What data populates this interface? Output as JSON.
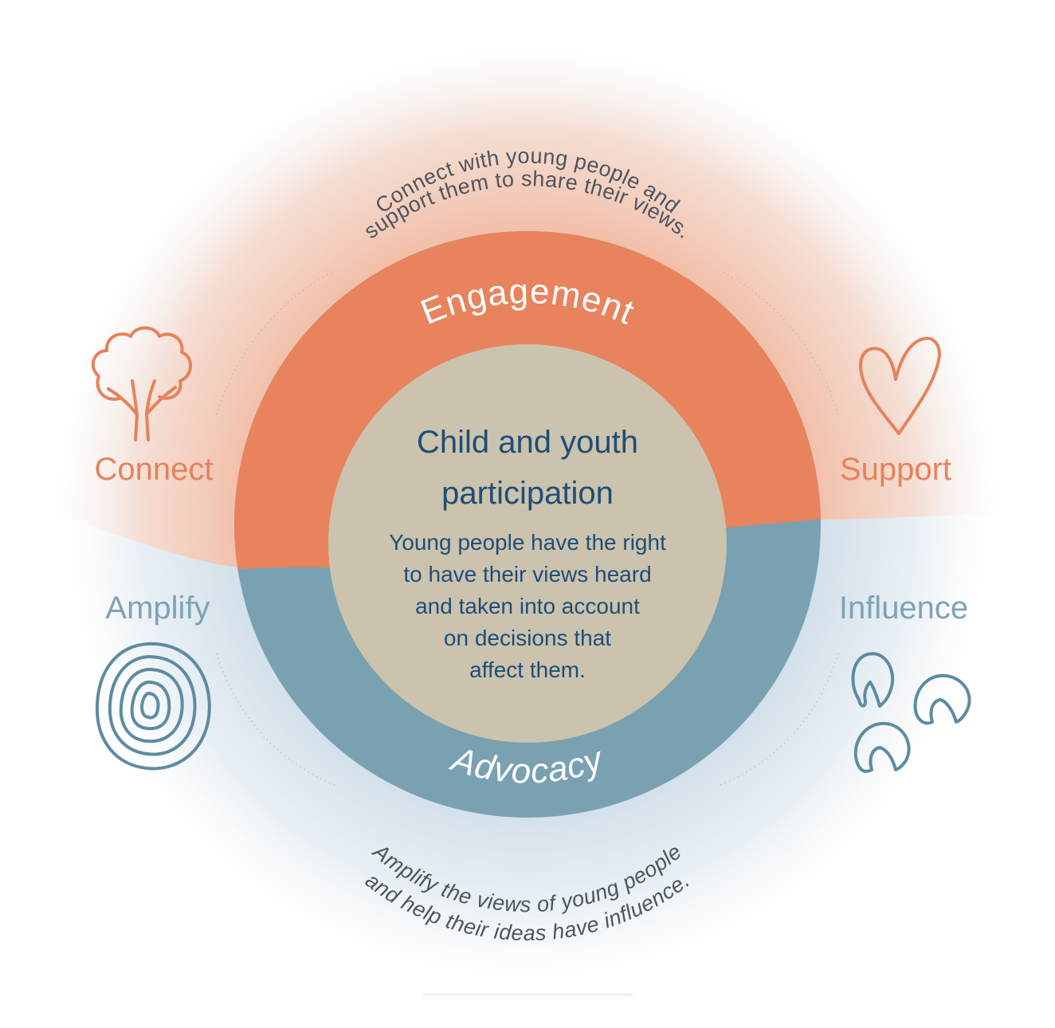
{
  "colors": {
    "engagement": "#e8835e",
    "advocacy": "#7aa1b1",
    "center": "#cbc3ae",
    "center_text": "#1f4d78",
    "warm_label": "#e5825c",
    "cool_label": "#7ea3b5",
    "arc_text": "#4c5560",
    "background_warm": "#f5b79c",
    "background_cool": "#c6d6e3"
  },
  "center": {
    "title_line1": "Child and youth",
    "title_line2": "participation",
    "description": [
      "Young people have the right",
      "to have their views heard",
      "and taken into account",
      "on decisions that",
      "affect them."
    ]
  },
  "ring": {
    "top_label": "Engagement",
    "bottom_label": "Advocacy"
  },
  "arc_text": {
    "top_line1": "Connect with young people and",
    "top_line2": "support them to share their views.",
    "bottom_line1": "Amplify the views of young people",
    "bottom_line2": "and help their ideas have influence."
  },
  "pillars": {
    "connect": {
      "label": "Connect",
      "icon": "tree-icon"
    },
    "support": {
      "label": "Support",
      "icon": "heart-icon"
    },
    "amplify": {
      "label": "Amplify",
      "icon": "fingerprint-icon"
    },
    "influence": {
      "label": "Influence",
      "icon": "footprints-icon"
    }
  }
}
